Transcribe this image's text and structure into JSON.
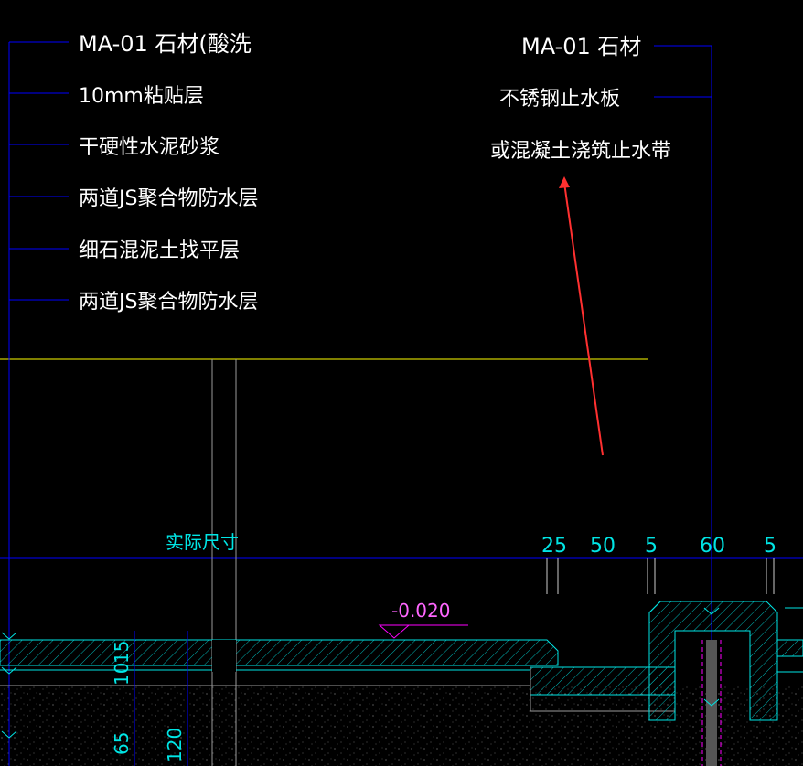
{
  "left_callout": {
    "labels": [
      "MA-01 石材(酸洗",
      "10mm粘贴层",
      "干硬性水泥砂浆",
      "两道JS聚合物防水层",
      "细石混泥土找平层",
      "两道JS聚合物防水层"
    ]
  },
  "right_callout": {
    "labels": [
      "MA-01 石材",
      "不锈钢止水板",
      "或混凝土浇筑止水带"
    ]
  },
  "dimension_text": {
    "actual_size": "实际尺寸",
    "top_dims": [
      "25",
      "50",
      "5",
      "60",
      "5"
    ],
    "left_dims": [
      "15",
      "10",
      "65",
      "120"
    ]
  },
  "elevation": {
    "value": "-0.020"
  },
  "colors": {
    "background": "#000000",
    "text_white": "#ffffff",
    "blue_line": "#0000ff",
    "yellow_line": "#ffff00",
    "cyan": "#00e5e5",
    "magenta": "#ff00ff",
    "red_arrow": "#ff3030",
    "gray": "#9a9a9a"
  }
}
